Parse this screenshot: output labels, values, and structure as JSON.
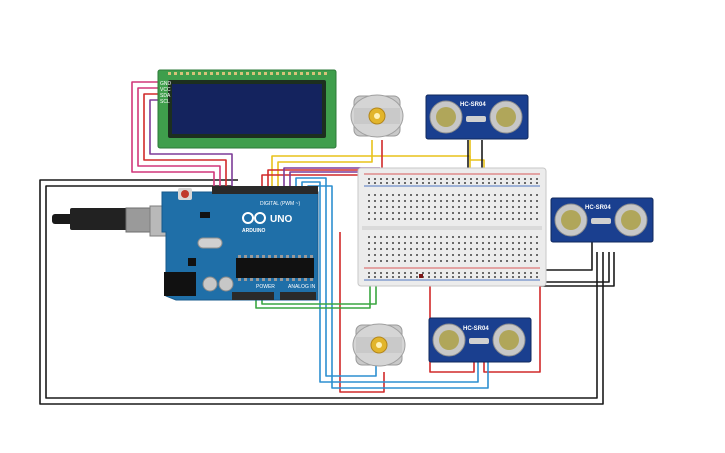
{
  "board": {
    "logo_text": "UNO",
    "brand_text": "ARDUINO",
    "digital_label": "DIGITAL (PWM ~)",
    "power_label": "POWER",
    "analog_label": "ANALOG IN"
  },
  "lcd": {
    "pin_labels": [
      "GND",
      "VCC",
      "SDA",
      "SCL"
    ]
  },
  "sensors": [
    {
      "label": "HC-SR04"
    },
    {
      "label": "HC-SR04"
    },
    {
      "label": "HC-SR04"
    }
  ],
  "colors": {
    "wire_black": "#1a1a1a",
    "wire_red": "#d12a2a",
    "wire_yellow": "#e8c21a",
    "wire_green": "#3aa640",
    "wire_blue": "#2d8fd0",
    "wire_pink": "#d1377a",
    "wire_purple": "#7d3c98",
    "board_blue": "#1f6fa8",
    "lcd_green": "#3f9e4c",
    "lcd_screen": "#14235e",
    "sensor_blue": "#1a3f8f",
    "motor_gray": "#b8b8b8"
  }
}
